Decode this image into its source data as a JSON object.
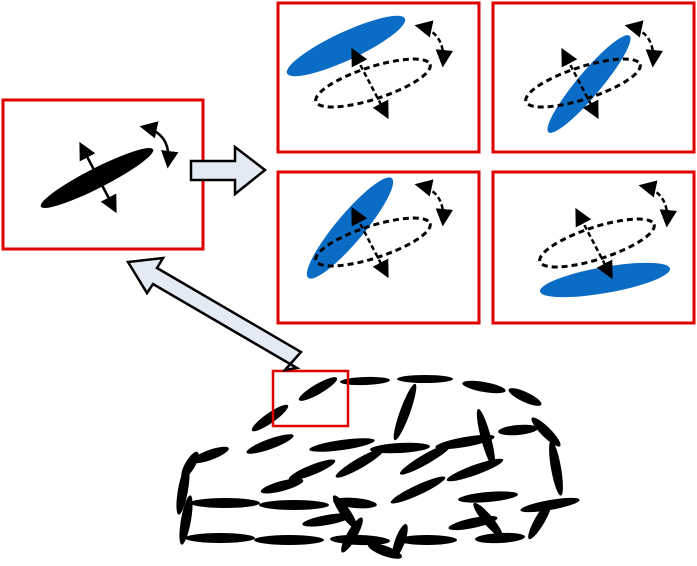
{
  "colors": {
    "frame": "#e00000",
    "part": "#000000",
    "candidate": "#0a6cc4",
    "arrow_fill": "#e4eaf4",
    "arrow_stroke": "#000000",
    "dashed": "#000000"
  },
  "icons": {
    "part": "black-ellipse-icon",
    "candidate": "blue-ellipse-icon",
    "reference": "dashed-ellipse-icon",
    "translate": "cross-arrows-icon",
    "rotate": "curved-arrow-icon",
    "flow": "block-arrow-icon"
  },
  "candidate_panels": [
    {
      "id": "top-left",
      "variant": "shifted-up"
    },
    {
      "id": "top-right",
      "variant": "rotated"
    },
    {
      "id": "bottom-left",
      "variant": "rotated-and-shifted"
    },
    {
      "id": "bottom-right",
      "variant": "shifted-down"
    }
  ]
}
